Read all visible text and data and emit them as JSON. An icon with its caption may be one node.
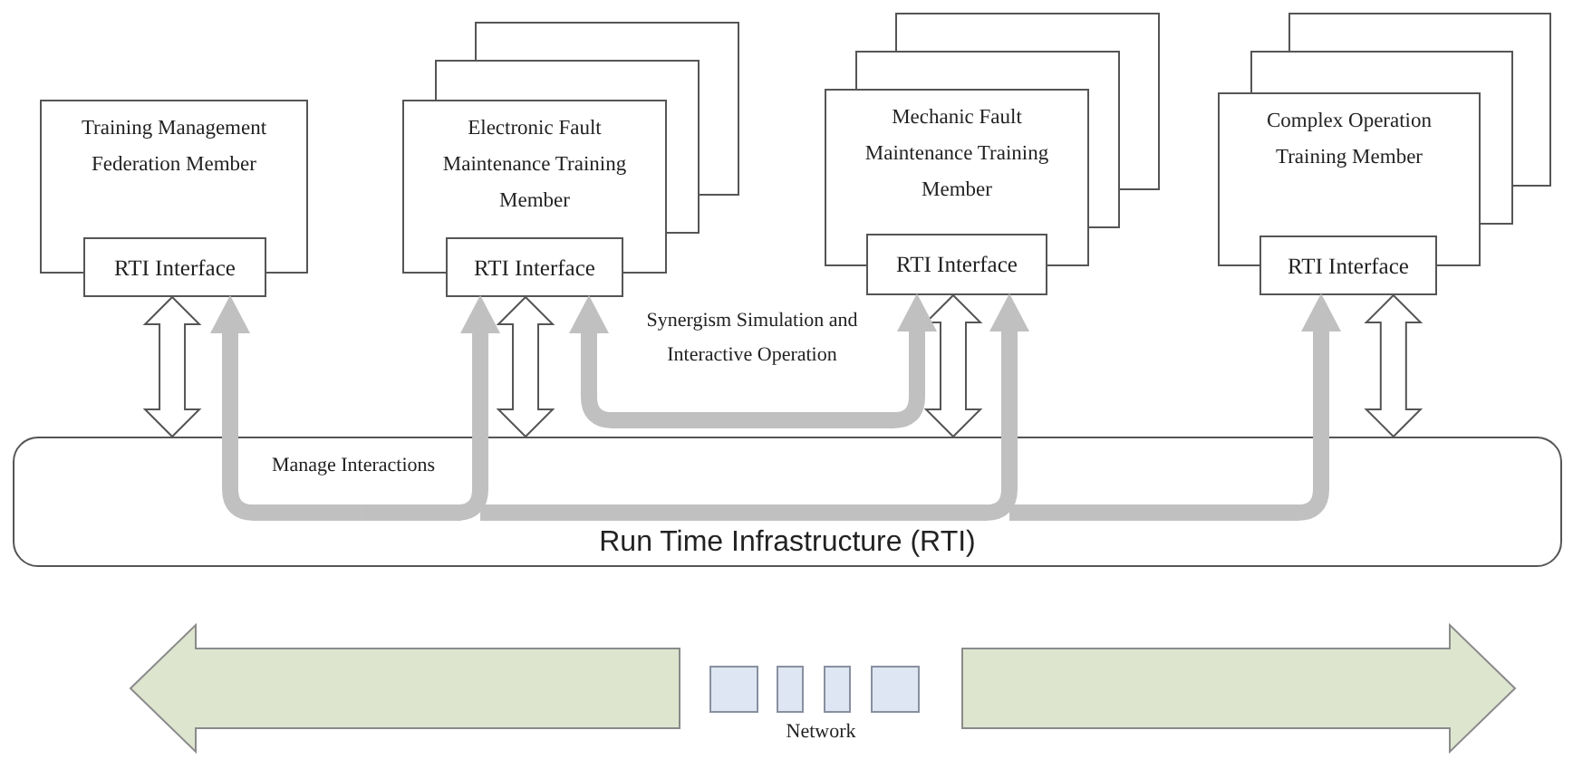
{
  "diagram": {
    "nodes": [
      {
        "text": [
          "Training Management Federation Member"
        ]
      },
      {
        "text": [
          "RTI Interface"
        ]
      },
      {
        "text": [
          "Electronic Fault Maintenance Training Member"
        ]
      },
      {
        "text": [
          "RTI Interface"
        ]
      },
      {
        "text": [
          "Mechanic Fault Maintenance Training Member"
        ]
      },
      {
        "text": [
          "RTI Interface"
        ]
      },
      {
        "text": [
          "Complex Operation Training Member"
        ]
      },
      {
        "text": [
          "RTI Interface"
        ]
      },
      {
        "text": [
          "Run Time Infrastructure (RTI)"
        ]
      }
    ],
    "edges": [
      {
        "from": 1,
        "to": 8,
        "arrow": "both"
      },
      {
        "from": 3,
        "to": 8,
        "arrow": "both"
      },
      {
        "from": 5,
        "to": 8,
        "arrow": "both"
      },
      {
        "from": 7,
        "to": 8,
        "arrow": "both"
      },
      {
        "from": 8,
        "to": 1,
        "arrow": "to",
        "label": "Manage Interactions",
        "color": "#c0c0c0"
      },
      {
        "from": 8,
        "to": 3,
        "arrow": "to",
        "color": "#c0c0c0"
      },
      {
        "from": 8,
        "to": 5,
        "arrow": "to",
        "color": "#c0c0c0"
      },
      {
        "from": 8,
        "to": 7,
        "arrow": "to",
        "color": "#c0c0c0"
      },
      {
        "from": 3,
        "to": 5,
        "arrow": "both",
        "label": "Synergism Simulation and Interactive Operation",
        "color": "#c0c0c0"
      }
    ],
    "labels": [
      "Network"
    ]
  }
}
